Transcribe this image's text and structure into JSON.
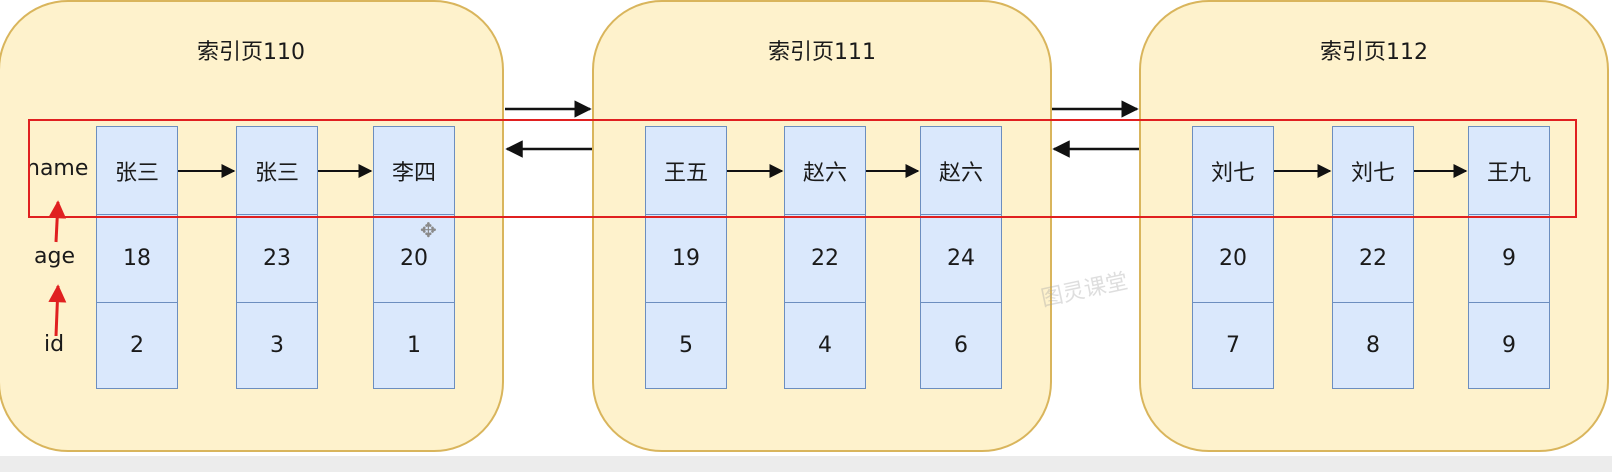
{
  "row_labels": {
    "name": "name",
    "age": "age",
    "id": "id"
  },
  "pages": [
    {
      "title": "索引页110",
      "entries": [
        {
          "name": "张三",
          "age": "18",
          "id": "2"
        },
        {
          "name": "张三",
          "age": "23",
          "id": "3"
        },
        {
          "name": "李四",
          "age": "20",
          "id": "1"
        }
      ]
    },
    {
      "title": "索引页111",
      "entries": [
        {
          "name": "王五",
          "age": "19",
          "id": "5"
        },
        {
          "name": "赵六",
          "age": "22",
          "id": "4"
        },
        {
          "name": "赵六",
          "age": "24",
          "id": "6"
        }
      ]
    },
    {
      "title": "索引页112",
      "entries": [
        {
          "name": "刘七",
          "age": "20",
          "id": "7"
        },
        {
          "name": "刘七",
          "age": "22",
          "id": "8"
        },
        {
          "name": "王九",
          "age": "9",
          "id": "9"
        }
      ]
    }
  ],
  "colors": {
    "page_fill": "#fef2cc",
    "page_border": "#d9b55c",
    "cell_fill": "#dae8fc",
    "cell_border": "#6c8ebf",
    "highlight": "#e02020"
  },
  "watermark": "图灵课堂",
  "icons": {
    "cursor": "move-cursor-icon"
  }
}
